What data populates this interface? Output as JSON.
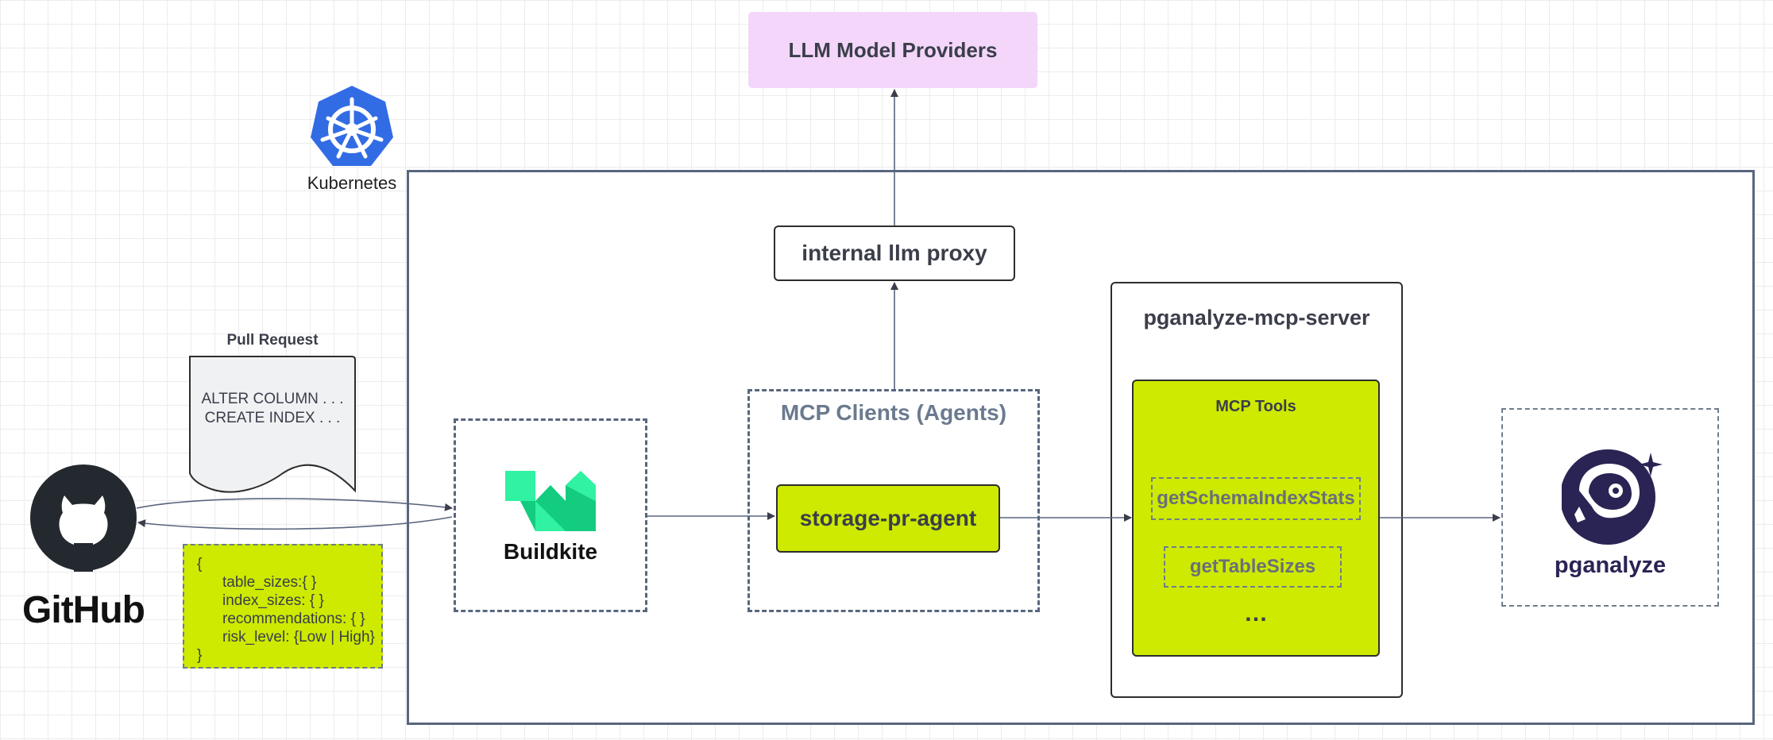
{
  "llm_providers": {
    "label": "LLM Model Providers"
  },
  "kubernetes": {
    "label": "Kubernetes",
    "icon": "kubernetes-logo-icon"
  },
  "internal_proxy": {
    "label": "internal llm proxy"
  },
  "mcp_server": {
    "title": "pganalyze-mcp-server"
  },
  "mcp_tools": {
    "title": "MCP Tools",
    "items": [
      "getSchemaIndexStats",
      "getTableSizes"
    ],
    "more": "…"
  },
  "mcp_clients": {
    "title": "MCP Clients (Agents)",
    "agent": "storage-pr-agent"
  },
  "buildkite": {
    "wordmark": "Buildkite",
    "icon": "buildkite-logo-icon"
  },
  "pganalyze": {
    "wordmark": "pganalyze",
    "icon": "pganalyze-astronaut-icon"
  },
  "github": {
    "wordmark": "GitHub",
    "icon": "github-octocat-icon"
  },
  "pull_request": {
    "title": "Pull Request",
    "lines": [
      "ALTER COLUMN . . .",
      "CREATE INDEX . . ."
    ]
  },
  "result_json": {
    "open": "{",
    "fields": [
      "table_sizes:{ }",
      "index_sizes: { }",
      "recommendations: { }",
      "risk_level: {Low | High}"
    ],
    "close": "}"
  },
  "colors": {
    "lime": "#cdea00",
    "pink": "#f3d6fa",
    "frame": "#59667e",
    "kubernetes_blue": "#326ce5",
    "buildkite_green_light": "#30f2a2",
    "buildkite_green_dark": "#14cc80",
    "pganalyze_navy": "#2a2454"
  }
}
